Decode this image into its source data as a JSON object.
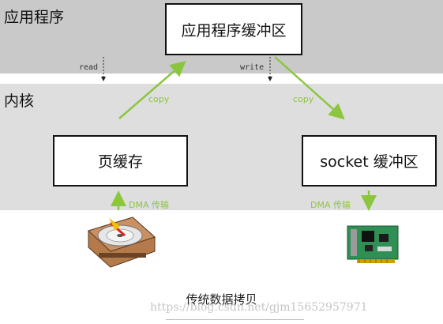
{
  "layers": {
    "app": "应用程序",
    "kernel": "内核"
  },
  "boxes": {
    "app_buffer": "应用程序缓冲区",
    "page_cache": "页缓存",
    "socket_buffer": "socket 缓冲区"
  },
  "calls": {
    "read": "read",
    "write": "write"
  },
  "transfers": {
    "copy_left": "copy",
    "copy_right": "copy",
    "dma_left": "DMA 传输",
    "dma_right": "DMA 传输"
  },
  "caption": "传统数据拷贝",
  "watermark": "https://blog.csdn.net/gjm15652957971",
  "colors": {
    "app_band": "#c9c9c9",
    "kernel_band": "#dedede",
    "arrow_green": "#8cc63f"
  }
}
